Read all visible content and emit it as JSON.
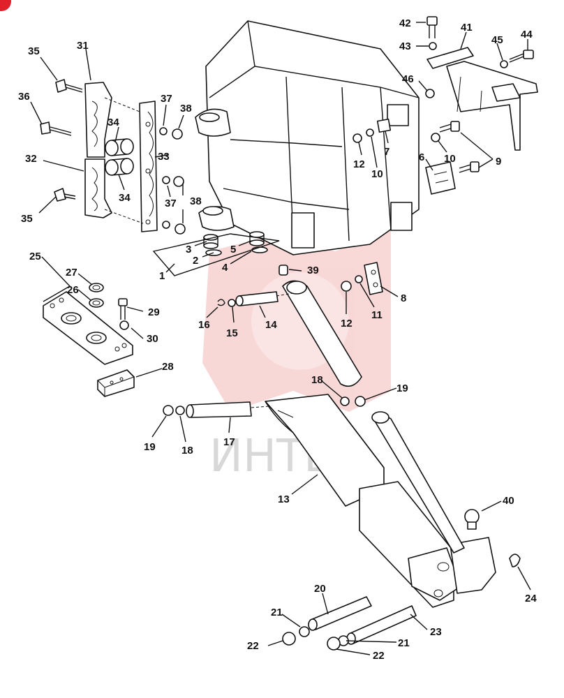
{
  "watermark": {
    "text": "ИНТЕХ"
  },
  "colors": {
    "watermark_logo": "#f4b8b8",
    "badge": "#e0202a",
    "ink": "#111111"
  },
  "labels": {
    "p1": "1",
    "p2": "2",
    "p3": "3",
    "p4": "4",
    "p5": "5",
    "p6": "6",
    "p7": "7",
    "p8": "8",
    "p9": "9",
    "p10a": "10",
    "p10b": "10",
    "p11": "11",
    "p12a": "12",
    "p12b": "12",
    "p13": "13",
    "p14": "14",
    "p15": "15",
    "p16": "16",
    "p17": "17",
    "p18a": "18",
    "p18b": "18",
    "p19a": "19",
    "p19b": "19",
    "p20": "20",
    "p21a": "21",
    "p21b": "21",
    "p22a": "22",
    "p22b": "22",
    "p23": "23",
    "p24": "24",
    "p25": "25",
    "p26": "26",
    "p27": "27",
    "p28": "28",
    "p29": "29",
    "p30": "30",
    "p31": "31",
    "p32": "32",
    "p33": "33",
    "p34a": "34",
    "p34b": "34",
    "p35a": "35",
    "p35b": "35",
    "p36": "36",
    "p37a": "37",
    "p37b": "37",
    "p38a": "38",
    "p38b": "38",
    "p39": "39",
    "p40": "40",
    "p41": "41",
    "p42": "42",
    "p43": "43",
    "p44": "44",
    "p45": "45",
    "p46": "46"
  }
}
